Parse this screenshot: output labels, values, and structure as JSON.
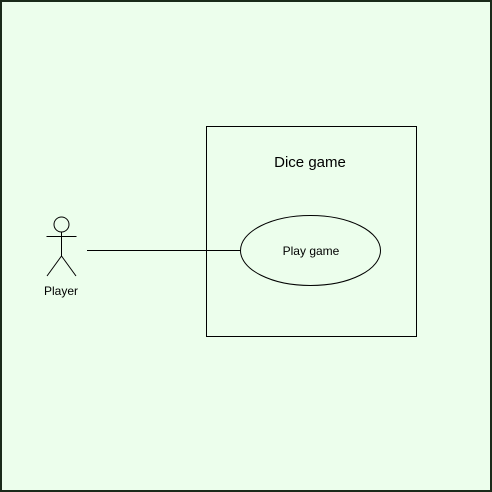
{
  "colors": {
    "background": "#ecfeec",
    "stroke": "#000000",
    "frame": "#1a2a1a",
    "system_fill": "#ecfeec",
    "usecase_fill": "#ecfeec"
  },
  "actor": {
    "label": "Player",
    "icon": "stick-figure-icon"
  },
  "system": {
    "title": "Dice game"
  },
  "usecase": {
    "label": "Play game"
  },
  "association": {
    "from": "Player",
    "to": "Play game"
  }
}
